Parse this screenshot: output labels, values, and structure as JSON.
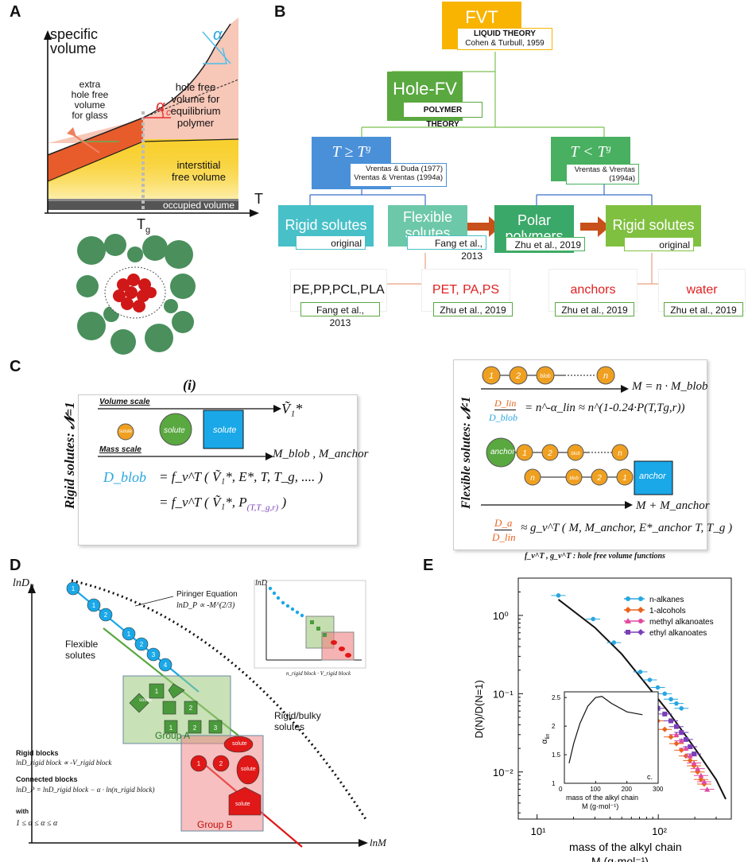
{
  "panels": {
    "A": {
      "label": "A",
      "ylabel": [
        "specific",
        "volume"
      ],
      "xlabel": "T",
      "tg": "T",
      "tg_sub": "g",
      "regions": {
        "extra": [
          "extra",
          "hole free",
          "volume",
          "for glass"
        ],
        "hole_free": [
          "hole free",
          "volume for",
          "equilibrium",
          "polymer"
        ],
        "interstitial": [
          "interstitial",
          "free volume"
        ],
        "occupied": "occupied volume"
      },
      "alpha": "α",
      "alpha_c": "α",
      "alpha_c_sub": "c"
    },
    "B": {
      "label": "B",
      "fvt": {
        "title": "FVT",
        "sub": "LIQUID THEORY",
        "cite": "Cohen & Turbull, 1959"
      },
      "holefv": {
        "title": "Hole-FV",
        "sub": "POLYMER THEORY"
      },
      "above": {
        "title": "T ≥ T",
        "sub": "g",
        "cite1": "Vrentas & Duda (1977)",
        "cite2": "Vrentas & Vrentas (1994a)"
      },
      "below": {
        "title": "T < T",
        "sub": "g",
        "cite1": "Vrentas & Vrentas",
        "cite2": "(1994a)"
      },
      "rigid1": {
        "title": "Rigid solutes",
        "cite": "original"
      },
      "flex": {
        "title": "Flexible solutes",
        "cite": "Fang et al., 2013"
      },
      "polar": {
        "title": "Polar polymers",
        "cite": "Zhu et al., 2019"
      },
      "rigid2": {
        "title": "Rigid solutes",
        "cite": "original"
      },
      "leaves": [
        {
          "title": "PE,PP,PCL,PLA",
          "cite": "Fang et al., 2013"
        },
        {
          "title": "PET, PA,PS",
          "cite": "Zhu et al., 2019"
        },
        {
          "title": "anchors",
          "cite": "Zhu et al., 2019"
        },
        {
          "title": "water",
          "cite": "Zhu et al., 2019"
        }
      ]
    },
    "C": {
      "label": "C",
      "i": "(i)",
      "rigid_title": "Rigid solutes: 𝓝=1",
      "volume_scale": "Volume scale",
      "mass_scale": "Mass scale",
      "v1": "Ṽ₁*",
      "mblob": "M_blob , M_anchor",
      "solute": "solute",
      "dblob": "D_blob",
      "eq1": "= f_v^T ( Ṽ₁*, E*, T, T_g, .... )",
      "eq2": "= f_v^T ( Ṽ₁*, P",
      "eq2b": "(T,T_g,r)",
      "flex_title": "Flexible solutes: 𝓝-1",
      "chain": [
        "1",
        "2",
        "blob",
        "n"
      ],
      "m_eq": "M = n · M_blob",
      "dlin": "D_lin",
      "dblob2": "D_blob",
      "eq3": "= n^-α_lin ≈ n^(1-0.24·P(T,Tg,r))",
      "anchor": "anchor",
      "m_anchor": "M + M_anchor",
      "da": "D_a",
      "eq4": "≈ g_v^T ( M, M_anchor, E*_anchor T, T_g )",
      "footnote": "f_v^T , g_v^T : hole free volume functions"
    },
    "D": {
      "label": "D",
      "ylabel": "lnD",
      "ysub": "P",
      "xlabel": "lnM",
      "piringer": "Piringer Equation",
      "piringer_eq": "lnD_P ∝ -M^(2/3)",
      "flexible": [
        "Flexible",
        "solutes"
      ],
      "groupA": "Group A",
      "groupB": "Group B",
      "rigid_bulky": [
        "Rigid/bulky",
        "solutes"
      ],
      "rigid_blocks": "Rigid blocks",
      "rigid_blocks_eq": "lnD_rigid block ∝ -V_rigid block",
      "connected": "Connected blocks",
      "connected_eq": "lnD_P = lnD_rigid block − α · ln(n_rigid block)",
      "with": "with",
      "ineq": "1 ≤ α ≤ α ≤ α",
      "solute": "solute",
      "inset_ylabel": "lnD",
      "inset_xlabel": "n_rigid block · V_rigid block"
    },
    "E": {
      "label": "E",
      "ylabel": "D(N)/D(N=1)",
      "xlabel1": "mass of the alkyl chain",
      "xlabel2": "M (g·mol⁻¹)",
      "legend": [
        "n-alkanes",
        "1-alcohols",
        "methyl alkanoates",
        "ethyl alkanoates"
      ],
      "inset_ylabel": "α",
      "inset_ysub": "lin",
      "inset_xlabel1": "mass of the alkyl chain",
      "inset_xlabel2": "M (g·mol⁻¹)",
      "inset_c": "c."
    }
  },
  "chart_data": {
    "type": "scatter",
    "title": "",
    "xlabel": "mass of the alkyl chain M (g·mol⁻¹)",
    "ylabel": "D(N)/D(N=1)",
    "xscale": "log",
    "yscale": "log",
    "xlim": [
      7,
      400
    ],
    "ylim": [
      0.0025,
      3
    ],
    "x_ticks": [
      "10¹",
      "10²"
    ],
    "y_ticks": [
      "10⁰",
      "10⁻¹",
      "10⁻²"
    ],
    "legend_position": "top-right",
    "series": [
      {
        "name": "n-alkanes",
        "color": "#2aa6e0",
        "x": [
          15,
          29,
          43,
          71,
          85,
          99,
          113,
          127,
          141,
          155
        ],
        "y": [
          1.8,
          0.9,
          0.45,
          0.19,
          0.15,
          0.12,
          0.1,
          0.085,
          0.075,
          0.065
        ]
      },
      {
        "name": "1-alcohols",
        "color": "#e8641e",
        "x": [
          85,
          99,
          113,
          127,
          141,
          155,
          169,
          183,
          197,
          211,
          225,
          239
        ],
        "y": [
          0.06,
          0.045,
          0.035,
          0.028,
          0.023,
          0.019,
          0.016,
          0.014,
          0.012,
          0.01,
          0.008,
          0.007
        ]
      },
      {
        "name": "methyl alkanoates",
        "color": "#e04aa0",
        "x": [
          141,
          155,
          169,
          183,
          197,
          211,
          225,
          239,
          253
        ],
        "y": [
          0.03,
          0.025,
          0.02,
          0.016,
          0.013,
          0.011,
          0.009,
          0.0075,
          0.006
        ]
      },
      {
        "name": "ethyl alkanoates",
        "color": "#7a3fb8",
        "x": [
          99,
          113,
          127,
          141,
          155,
          169,
          183,
          197
        ],
        "y": [
          0.065,
          0.055,
          0.045,
          0.038,
          0.032,
          0.026,
          0.021,
          0.017
        ]
      }
    ],
    "fit": {
      "x": [
        15,
        30,
        50,
        80,
        120,
        200,
        300,
        360
      ],
      "y": [
        1.6,
        0.7,
        0.32,
        0.13,
        0.06,
        0.02,
        0.008,
        0.0045
      ]
    },
    "inset": {
      "type": "line",
      "xlim": [
        0,
        300
      ],
      "ylim": [
        1,
        2.6
      ],
      "x_ticks": [
        0,
        100,
        200,
        300
      ],
      "y_ticks": [
        1,
        1.5,
        2,
        2.5
      ],
      "x": [
        15,
        30,
        50,
        75,
        100,
        120,
        150,
        200,
        250
      ],
      "y": [
        1.35,
        1.7,
        2.05,
        2.35,
        2.5,
        2.52,
        2.4,
        2.25,
        2.2
      ]
    }
  }
}
